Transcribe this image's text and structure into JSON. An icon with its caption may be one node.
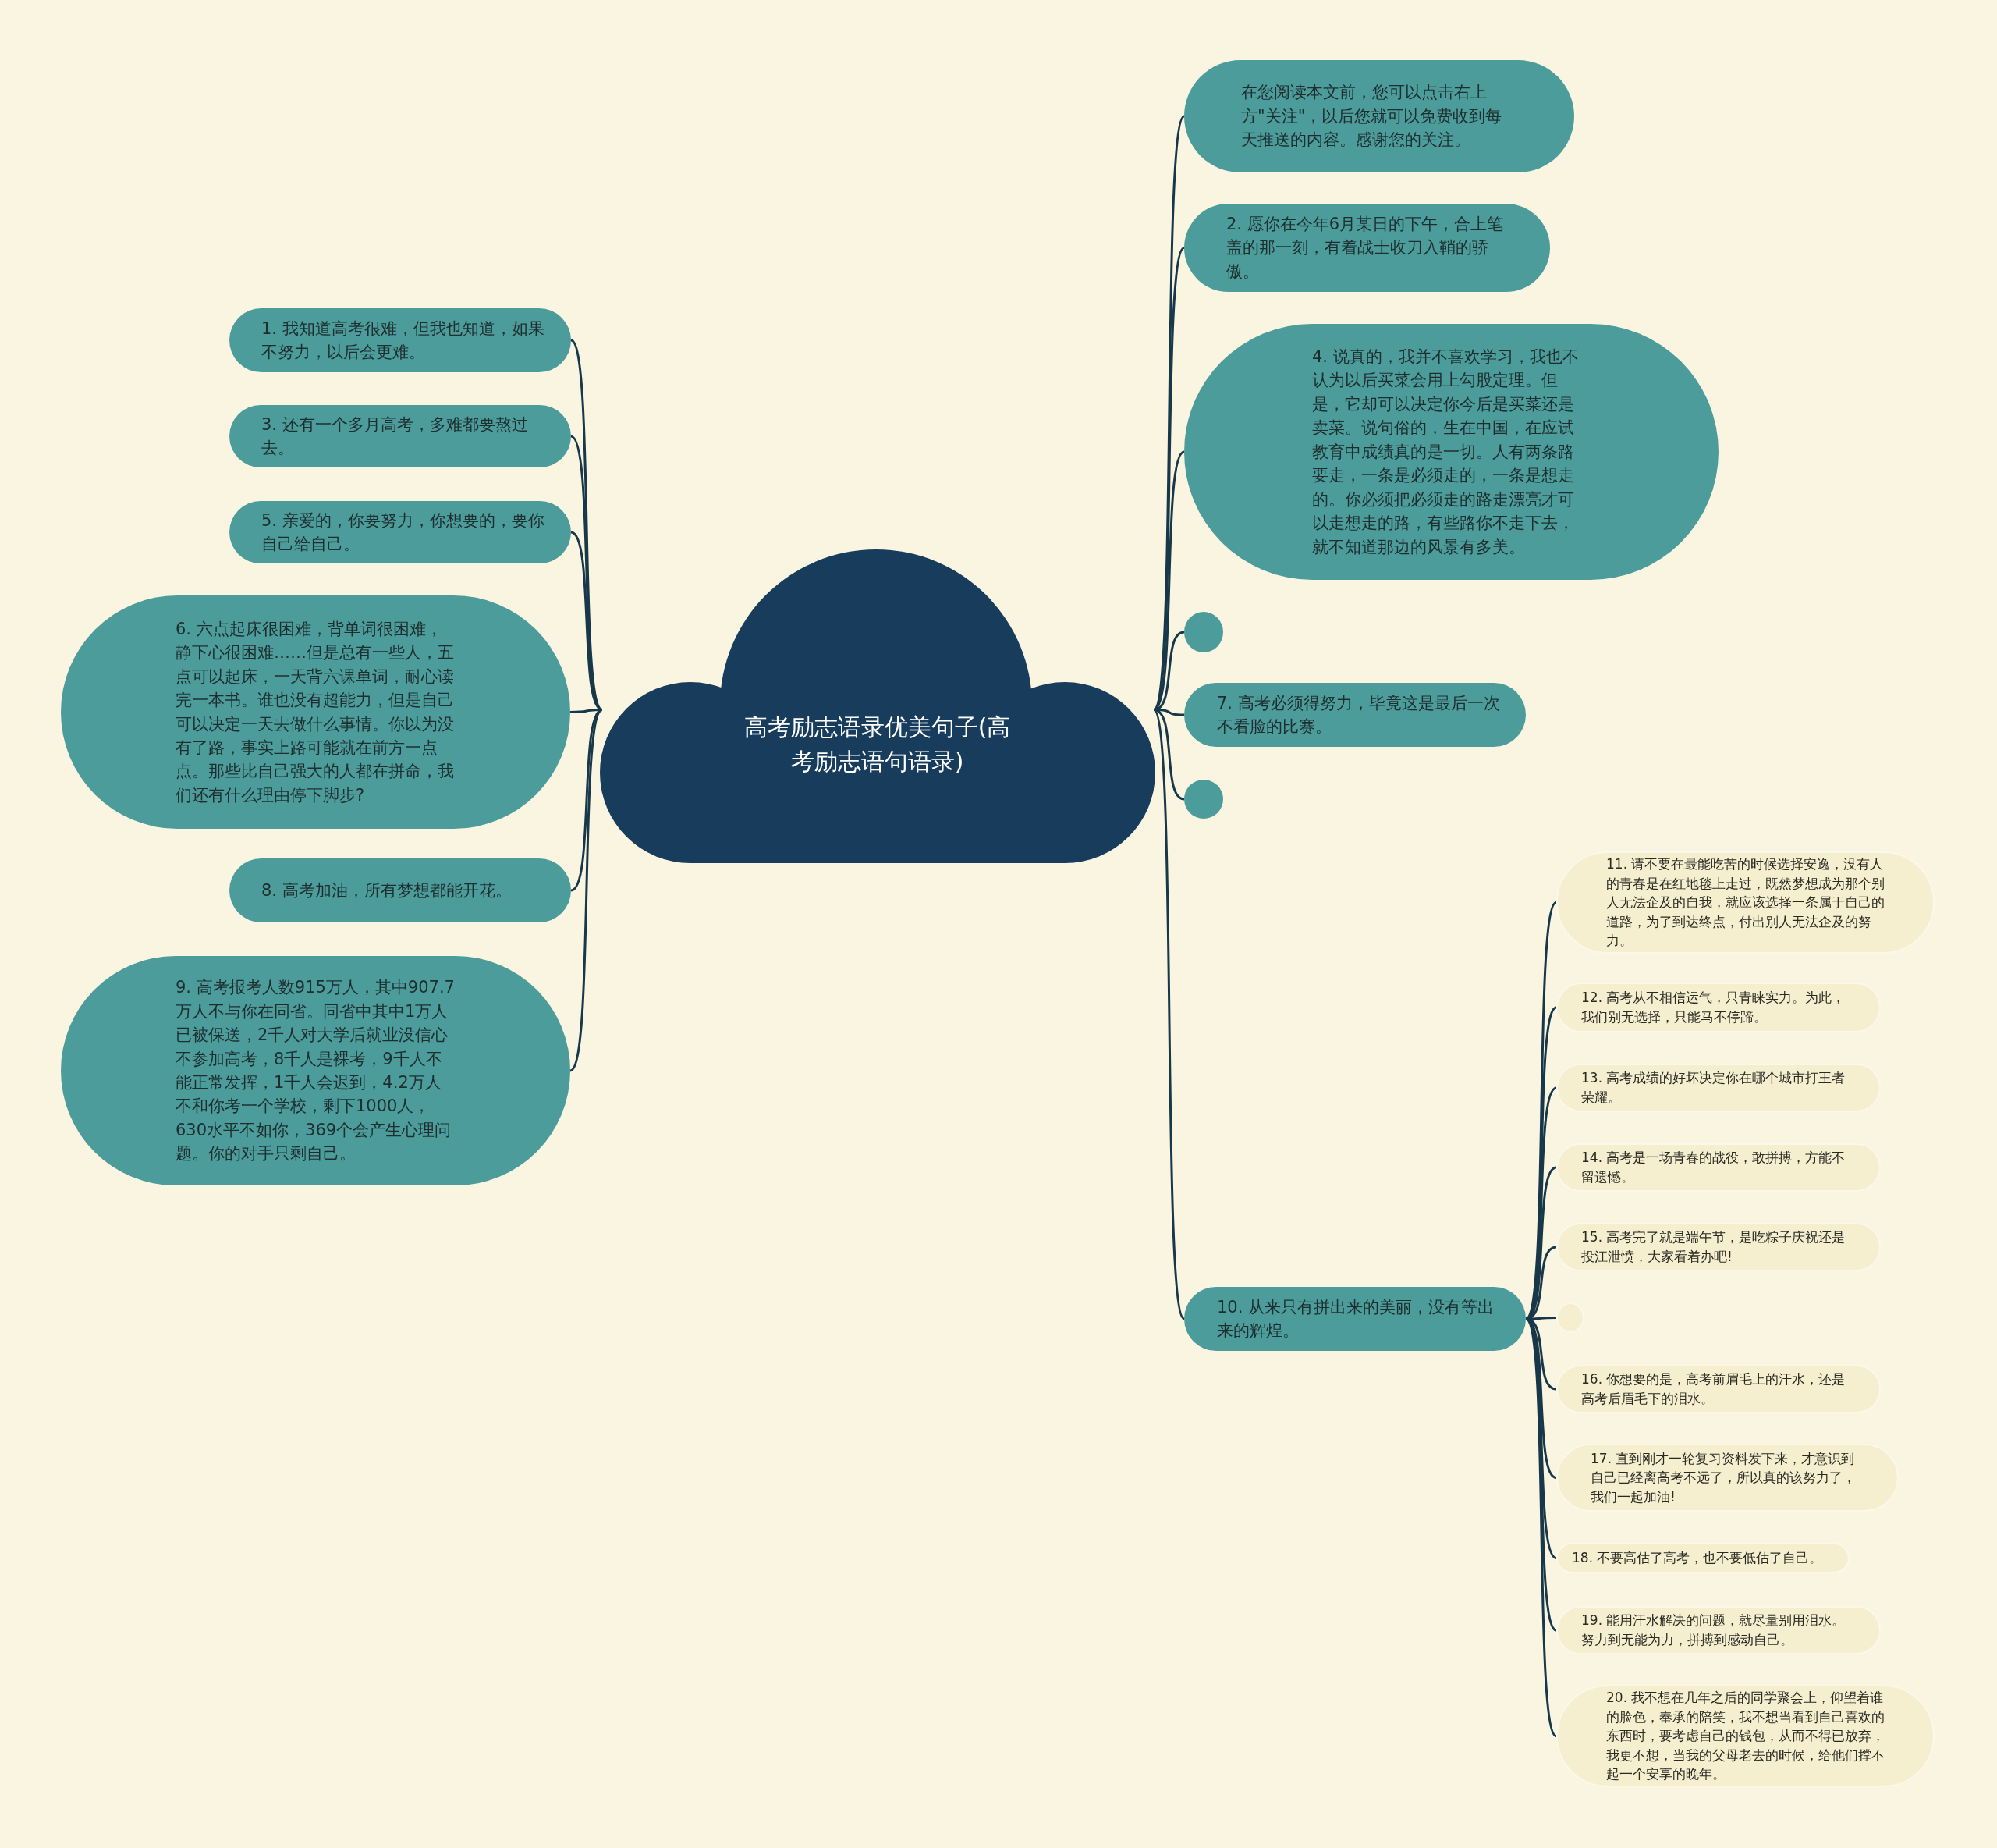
{
  "diagram": {
    "nodes": [
      {
        "text": [
          "高考励志语录优美句子(高考励志语句语录)"
        ]
      },
      {
        "text": [
          "在您阅读本文前，您可以点击右上方\"关注\"，以后您就可以免费收到每天推送的内容。感谢您的关注。"
        ]
      },
      {
        "text": [
          "1.  我知道高考很难，但我也知道，如果不努力，以后会更难。"
        ]
      },
      {
        "text": [
          "2.  愿你在今年6月某日的下午，合上笔盖的那一刻，有着战士收刀入鞘的骄傲。"
        ]
      },
      {
        "text": [
          "3.  还有一个多月高考，多难都要熬过去。"
        ]
      },
      {
        "text": [
          "4.  说真的，我并不喜欢学习，我也不认为以后买菜会用上勾股定理。但是，它却可以决定你今后是买菜还是卖菜。说句俗的，生在中国，在应试教育中成绩真的是一切。人有两条路要走，一条是必须走的，一条是想走的。你必须把必须走的路走漂亮才可以走想走的路，有些路你不走下去，就不知道那边的风景有多美。"
        ]
      },
      {
        "text": [
          "5.  亲爱的，你要努力，你想要的，要你自己给自己。"
        ]
      },
      {
        "text": [
          "6.  六点起床很困难，背单词很困难，静下心很困难……但是总有一些人，五点可以起床，一天背六课单词，耐心读完一本书。谁也没有超能力，但是自己可以决定一天去做什么事情。你以为没有了路，事实上路可能就在前方一点点。那些比自己强大的人都在拼命，我们还有什么理由停下脚步?"
        ]
      },
      {
        "text": [
          "7.  高考必须得努力，毕竟这是最后一次不看脸的比赛。"
        ]
      },
      {
        "text": [
          "8.  高考加油，所有梦想都能开花。"
        ]
      },
      {
        "text": [
          "9.  高考报考人数915万人，其中907.7万人不与你在同省。同省中其中1万人已被保送，2千人对大学后就业没信心不参加高考，8千人是裸考，9千人不能正常发挥，1千人会迟到，4.2万人不和你考一个学校，剩下1000人，630水平不如你，369个会产生心理问题。你的对手只剩自己。"
        ]
      },
      {
        "text": [],
        "shape": "circle"
      },
      {
        "text": [],
        "shape": "circle"
      },
      {
        "text": [
          "10.  从来只有拼出来的美丽，没有等出来的辉煌。"
        ]
      },
      {
        "text": [
          "11.  请不要在最能吃苦的时候选择安逸，没有人的青春是在红地毯上走过，既然梦想成为那个别人无法企及的自我，就应该选择一条属于自己的道路，为了到达终点，付出别人无法企及的努力。"
        ]
      },
      {
        "text": [
          "12.  高考从不相信运气，只青睐实力。为此，我们别无选择，只能马不停蹄。"
        ]
      },
      {
        "text": [
          "13.  高考成绩的好坏决定你在哪个城市打王者荣耀。"
        ]
      },
      {
        "text": [
          "14.  高考是一场青春的战役，敢拼搏，方能不留遗憾。"
        ]
      },
      {
        "text": [
          "15.  高考完了就是端午节，是吃粽子庆祝还是投江泄愤，大家看着办吧!"
        ]
      },
      {
        "text": [],
        "shape": "circle"
      },
      {
        "text": [
          "16.  你想要的是，高考前眉毛上的汗水，还是高考后眉毛下的泪水。"
        ]
      },
      {
        "text": [
          "17.  直到刚才一轮复习资料发下来，才意识到自己已经离高考不远了，所以真的该努力了，我们一起加油!"
        ]
      },
      {
        "text": [
          "18.  不要高估了高考，也不要低估了自己。"
        ]
      },
      {
        "text": [
          "19.  能用汗水解决的问题，就尽量别用泪水。努力到无能为力，拼搏到感动自己。"
        ]
      },
      {
        "text": [
          "20.  我不想在几年之后的同学聚会上，仰望着谁的脸色，奉承的陪笑，我不想当看到自己喜欢的东西时，要考虑自己的钱包，从而不得已放弃，我更不想，当我的父母老去的时候，给他们撑不起一个安享的晚年。"
        ]
      }
    ],
    "edges": [
      {
        "from": 0,
        "to": 1,
        "arrow": "none"
      },
      {
        "from": 0,
        "to": 2,
        "arrow": "none"
      },
      {
        "from": 0,
        "to": 3,
        "arrow": "none"
      },
      {
        "from": 0,
        "to": 4,
        "arrow": "none"
      },
      {
        "from": 0,
        "to": 5,
        "arrow": "none"
      },
      {
        "from": 0,
        "to": 6,
        "arrow": "none"
      },
      {
        "from": 0,
        "to": 7,
        "arrow": "none"
      },
      {
        "from": 0,
        "to": 8,
        "arrow": "none"
      },
      {
        "from": 0,
        "to": 9,
        "arrow": "none"
      },
      {
        "from": 0,
        "to": 10,
        "arrow": "none"
      },
      {
        "from": 0,
        "to": 11,
        "arrow": "none"
      },
      {
        "from": 0,
        "to": 12,
        "arrow": "none"
      },
      {
        "from": 0,
        "to": 13,
        "arrow": "none"
      },
      {
        "from": 13,
        "to": 14,
        "arrow": "none"
      },
      {
        "from": 13,
        "to": 15,
        "arrow": "none"
      },
      {
        "from": 13,
        "to": 16,
        "arrow": "none"
      },
      {
        "from": 13,
        "to": 17,
        "arrow": "none"
      },
      {
        "from": 13,
        "to": 18,
        "arrow": "none"
      },
      {
        "from": 13,
        "to": 19,
        "arrow": "none"
      },
      {
        "from": 13,
        "to": 20,
        "arrow": "none"
      },
      {
        "from": 13,
        "to": 21,
        "arrow": "none"
      },
      {
        "from": 13,
        "to": 22,
        "arrow": "none"
      },
      {
        "from": 13,
        "to": 23,
        "arrow": "none"
      },
      {
        "from": 13,
        "to": 24,
        "arrow": "none"
      }
    ]
  }
}
